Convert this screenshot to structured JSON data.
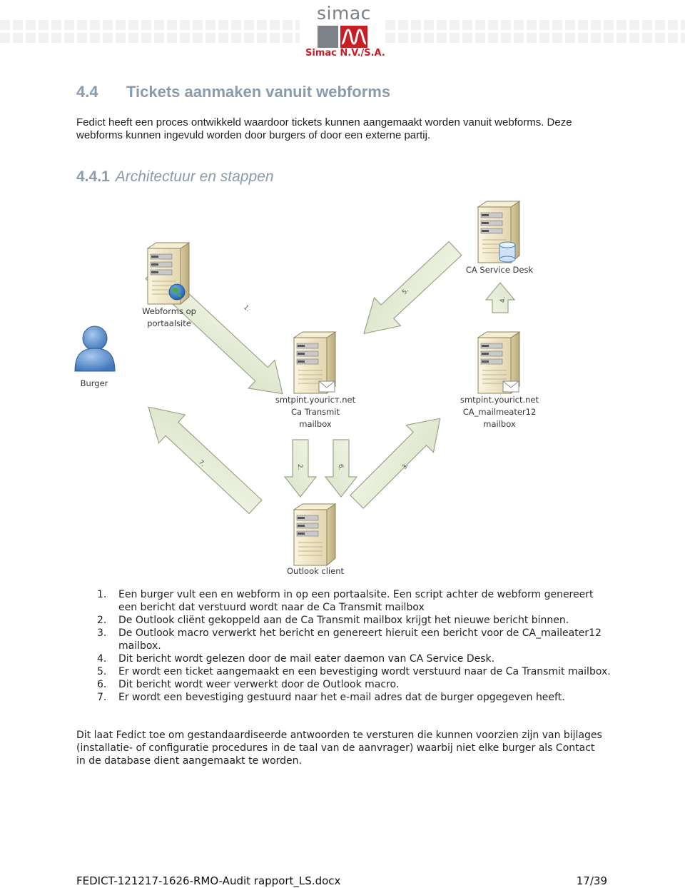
{
  "header": {
    "logo_word": "simac",
    "logo_subtitle": "Simac N.V./S.A."
  },
  "section": {
    "number": "4.4",
    "title": "Tickets aanmaken vanuit webforms",
    "intro": "Fedict heeft een proces ontwikkeld waardoor tickets kunnen aangemaakt worden vanuit webforms. Deze webforms kunnen ingevuld worden door burgers of door een externe partij."
  },
  "subsection": {
    "number": "4.4.1",
    "title": "Architectuur en stappen"
  },
  "diagram": {
    "nodes": {
      "burger": "Burger",
      "webforms_line1": "Webforms op",
      "webforms_line2": "portaalsite",
      "ca_service_desk": "CA Service Desk",
      "smtp_left_line1": "smtpint.youricт.net",
      "smtp_left_line2": "Ca Transmit",
      "smtp_left_line3": "mailbox",
      "smtp_right_line1": "smtpint.yourict.net",
      "smtp_right_line2": "CA_mailmeater12",
      "smtp_right_line3": "mailbox",
      "outlook": "Outlook client"
    },
    "arrows": {
      "a1": "1.",
      "a2": "2.",
      "a3": "3.",
      "a4": "4.",
      "a5": "5.",
      "a6": "6.",
      "a7": "7."
    },
    "icons": {
      "server": "server-icon",
      "person": "person-icon",
      "globe": "globe-icon",
      "database": "database-icon",
      "envelope": "envelope-icon"
    },
    "colors": {
      "arrow_fill": "#e6ecd7",
      "arrow_stroke": "#9aa486",
      "server_body": "#efe6c8",
      "person_blue": "#6f9fd8"
    }
  },
  "steps": [
    {
      "num": "1.",
      "text": "Een burger vult een en webform in op een portaalsite. Een script achter de webform genereert een bericht dat verstuurd wordt naar de Ca Transmit mailbox"
    },
    {
      "num": "2.",
      "text": "De Outlook cliënt gekoppeld aan de Ca Transmit mailbox krijgt het nieuwe bericht binnen."
    },
    {
      "num": "3.",
      "text": "De Outlook macro verwerkt het bericht en genereert hieruit een bericht voor de CA_maileater12 mailbox."
    },
    {
      "num": "4.",
      "text": "Dit bericht wordt gelezen door de mail eater daemon van CA Service Desk."
    },
    {
      "num": "5.",
      "text": "Er wordt een ticket aangemaakt en een bevestiging wordt verstuurd naar de Ca Transmit mailbox."
    },
    {
      "num": "6.",
      "text": "Dit bericht wordt weer verwerkt door de Outlook macro."
    },
    {
      "num": "7.",
      "text": "Er wordt een bevestiging gestuurd naar het e-mail adres dat de burger opgegeven heeft."
    }
  ],
  "closing": "Dit laat Fedict toe om gestandaardiseerde antwoorden te versturen die kunnen voorzien zijn van bijlages (installatie- of configuratie procedures in de taal van de aanvrager) waarbij niet elke burger als Contact in de database dient aangemaakt te worden.",
  "footer": {
    "document": "FEDICT-121217-1626-RMO-Audit rapport_LS.docx",
    "page": "17/39"
  }
}
